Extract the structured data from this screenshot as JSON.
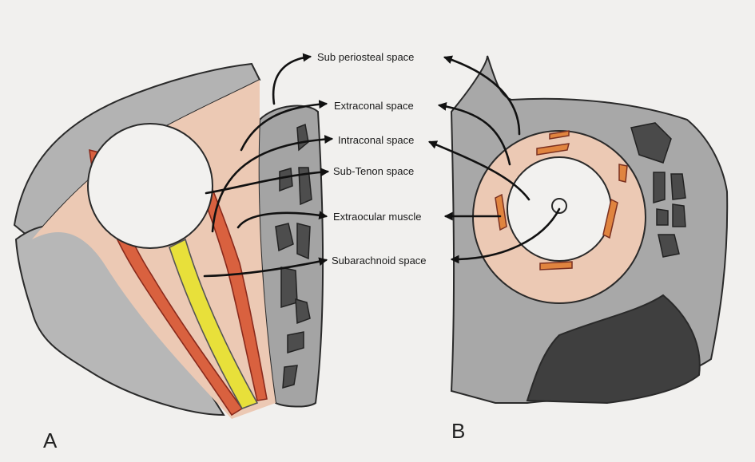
{
  "labels": {
    "sub_periosteal": "Sub periosteal space",
    "extraconal": "Extraconal space",
    "intraconal": "Intraconal space",
    "sub_tenon": "Sub-Tenon space",
    "extraocular_muscle": "Extraocular muscle",
    "subarachnoid": "Subarachnoid space"
  },
  "panels": {
    "a": "A",
    "b": "B"
  },
  "colors": {
    "background": "#f1f0ee",
    "bone_gray": "#a9a9a9",
    "dark_bone": "#4a4a4a",
    "orbital_fat_pink": "#ecc9b4",
    "muscle_orange": "#e0784a",
    "muscle_red": "#c8402e",
    "optic_nerve_yellow": "#e8e03a",
    "globe_white": "#f2f1ef"
  }
}
